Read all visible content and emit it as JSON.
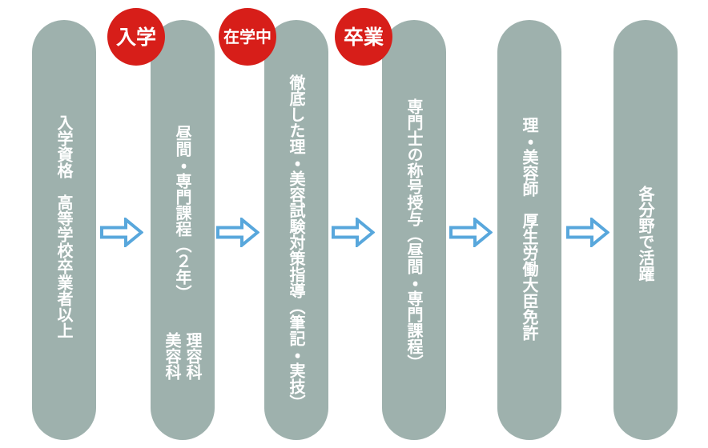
{
  "colors": {
    "background": "#ffffff",
    "pill": "#9eb1ad",
    "badge": "#d71e19",
    "arrow_stroke": "#58a7dc",
    "text": "#ffffff"
  },
  "icons": {
    "arrow": "right-arrow-outline"
  },
  "badges": [
    {
      "label": "入学"
    },
    {
      "label": "在学中"
    },
    {
      "label": "卒業"
    }
  ],
  "columns": [
    {
      "text": "入学資格　高等学校卒業者以上"
    },
    {
      "text": "昼間・専門課程（２年）",
      "sub_lines": [
        "理容科",
        "美容科"
      ]
    },
    {
      "text": "徹底した理・美容試験対策指導（筆記・実技）"
    },
    {
      "text": "専門士の称号授与（昼間・専門課程）"
    },
    {
      "text": "理・美容師　厚生労働大臣免許"
    },
    {
      "text": "各分野で活躍"
    }
  ]
}
